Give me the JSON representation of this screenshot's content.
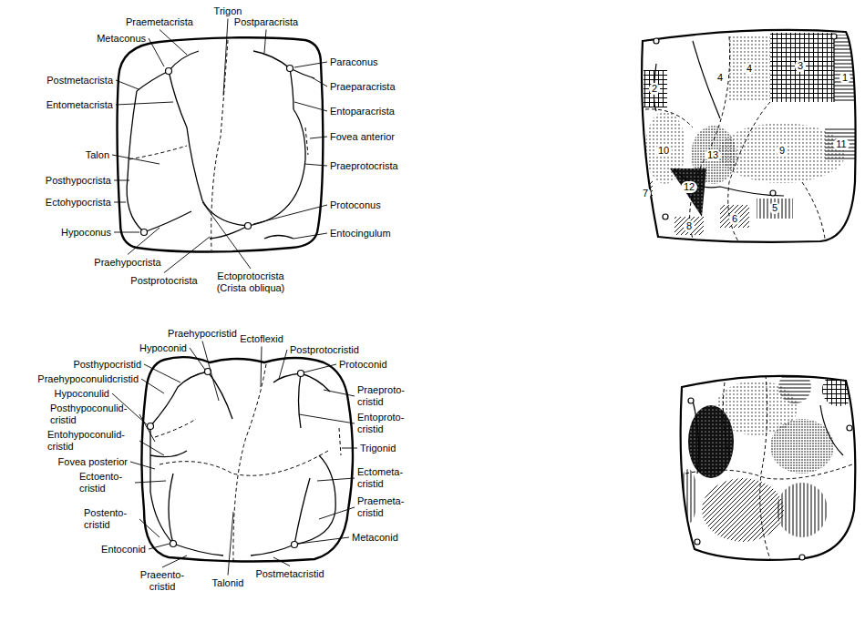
{
  "diagram": {
    "labels": [
      "Trigon",
      "Praemetacrista",
      "Postparacrista",
      "Metaconus",
      "Paraconus",
      "Postmetacrista",
      "Praeparacrista",
      "Entometacrista",
      "Entoparacrista",
      "Talon",
      "Fovea anterior",
      "Posthypocrista",
      "Praeprotocrista",
      "Ectohypocrista",
      "Protoconus",
      "Hypoconus",
      "Entocingulum",
      "Praehypocrista",
      "Postprotocrista",
      "Ectoprotocrista (Crista obliqua)",
      "Praehypocristid",
      "Ectoflexid",
      "Hypoconid",
      "Postprotocristid",
      "Posthypocristid",
      "Protoconid",
      "Praehypoconulidcristid",
      "Praeproto-cristid",
      "Hypoconulid",
      "Posthypoconulid-cristid",
      "Entoproto-cristid",
      "Entohypoconulid-cristid",
      "Trigonid",
      "Fovea posterior",
      "Ectoento-cristid",
      "Ectometa-cristid",
      "Praemeta-cristid",
      "Postento-cristid",
      "Metaconid",
      "Entoconid",
      "Praeento-cristid",
      "Talonid",
      "Postmetacristid",
      "1",
      "2",
      "3",
      "4",
      "4",
      "5",
      "6",
      "7",
      "8",
      "9",
      "10",
      "11",
      "12",
      "13"
    ]
  }
}
